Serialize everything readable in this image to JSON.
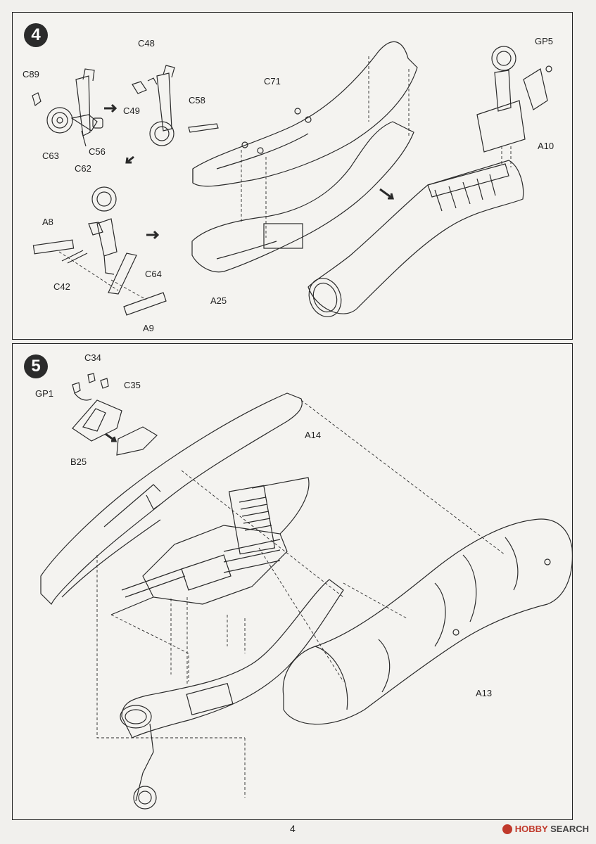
{
  "steps": [
    {
      "number": "4",
      "parts": {
        "c89": "C89",
        "c63": "C63",
        "c62": "C62",
        "c56": "C56",
        "c48": "C48",
        "c49": "C49",
        "c58": "C58",
        "c71": "C71",
        "a8": "A8",
        "c42": "C42",
        "c64": "C64",
        "a9": "A9",
        "a25": "A25",
        "gp5": "GP5",
        "a10": "A10"
      }
    },
    {
      "number": "5",
      "parts": {
        "c34": "C34",
        "c35": "C35",
        "gp1": "GP1",
        "b25": "B25",
        "a14": "A14",
        "a13": "A13"
      }
    }
  ],
  "page_number": "4",
  "watermark": {
    "brand_prefix": "H",
    "brand_hobby": "OBBY",
    "brand_search": "SEARCH"
  },
  "colors": {
    "line": "#2a2a2a",
    "arrow": "#333333",
    "background": "#f1f0ed"
  }
}
